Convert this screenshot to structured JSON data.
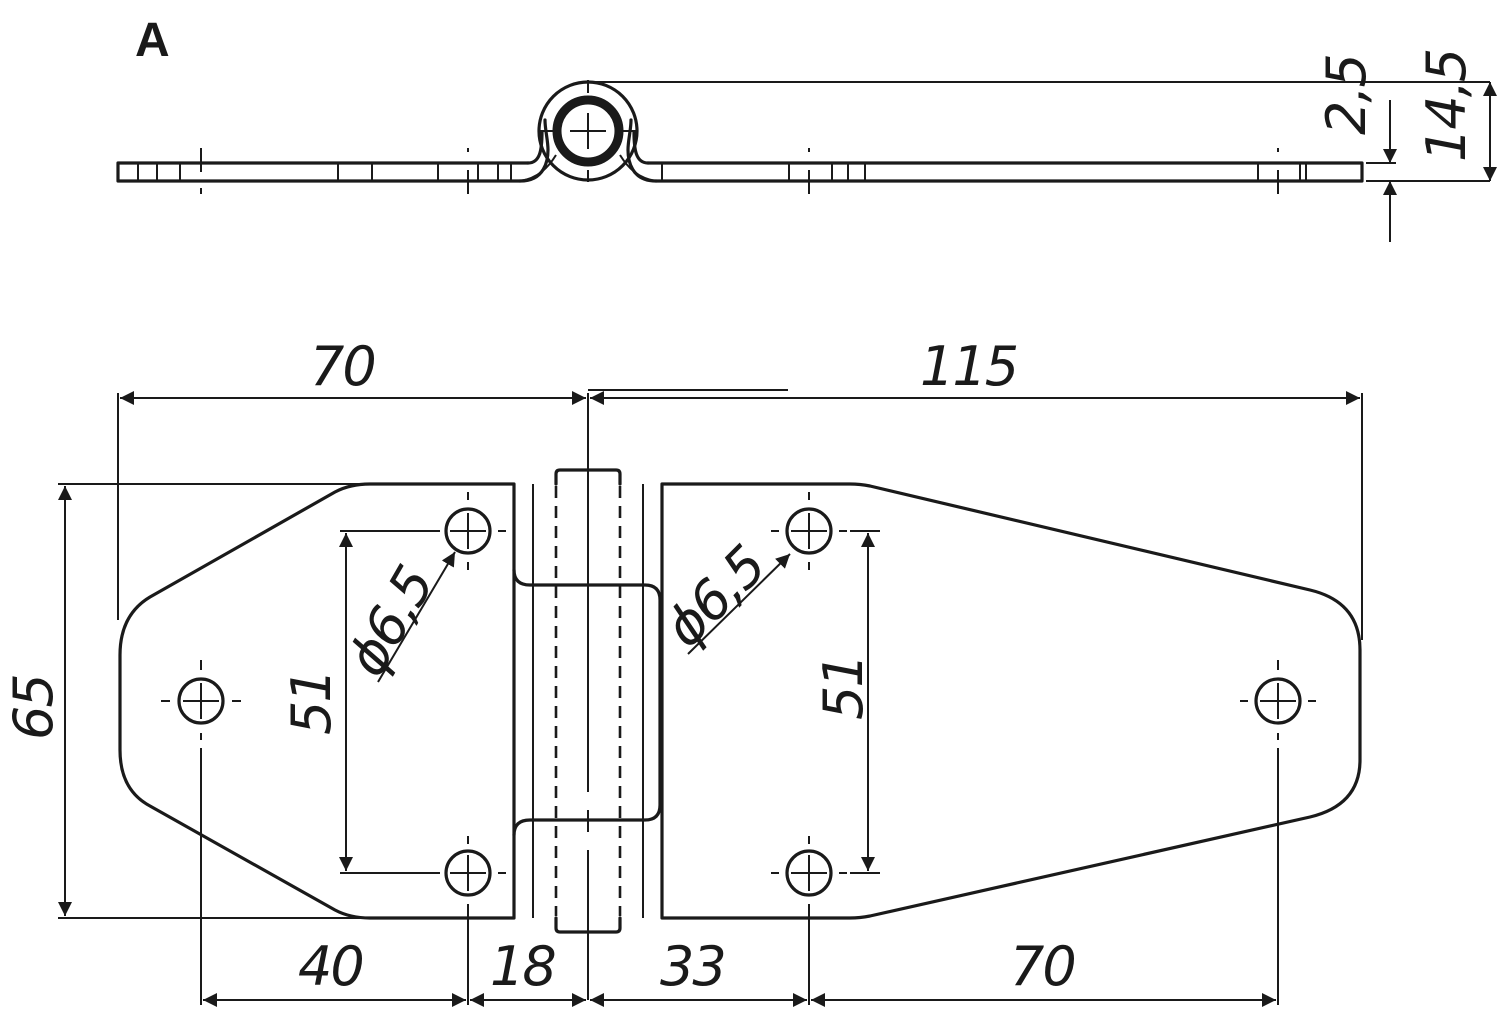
{
  "drawing": {
    "view_label": "A",
    "subject": "hinge",
    "side_view": {
      "dimensions": {
        "plate_thickness": "2,5",
        "total_height": "14,5"
      }
    },
    "top_view": {
      "dimensions": {
        "left_leaf_length": "70",
        "right_leaf_length": "115",
        "overall_width": "65",
        "left_hole_spacing": "51",
        "right_hole_spacing": "51",
        "left_hole_diameter": "ϕ6,5",
        "right_hole_diameter": "ϕ6,5",
        "bottom_chain": [
          "40",
          "18",
          "33",
          "70"
        ]
      }
    }
  }
}
